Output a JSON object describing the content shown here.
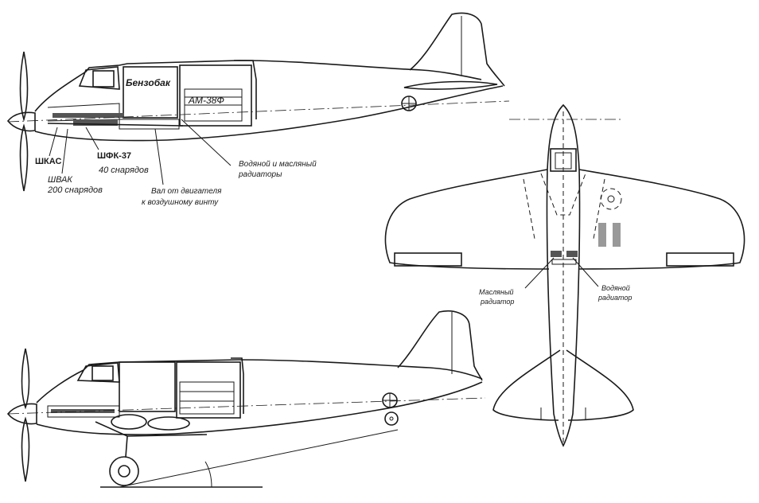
{
  "labels": {
    "fuel_tank": "Бензобак",
    "engine": "АМ-38Ф",
    "shkas": "ШКАС",
    "shvak": "ШВАК",
    "shvak_ammo": "200 снарядов",
    "shfk": "ШФК-37",
    "shfk_ammo": "40 снарядов",
    "radiators_line1": "Водяной и масляный",
    "radiators_line2": "радиаторы",
    "shaft_line1": "Вал от двигателя",
    "shaft_line2": "к воздушному винту",
    "oil_rad_line1": "Масляный",
    "oil_rad_line2": "радиатор",
    "water_rad_line1": "Водяной",
    "water_rad_line2": "радиатор"
  }
}
